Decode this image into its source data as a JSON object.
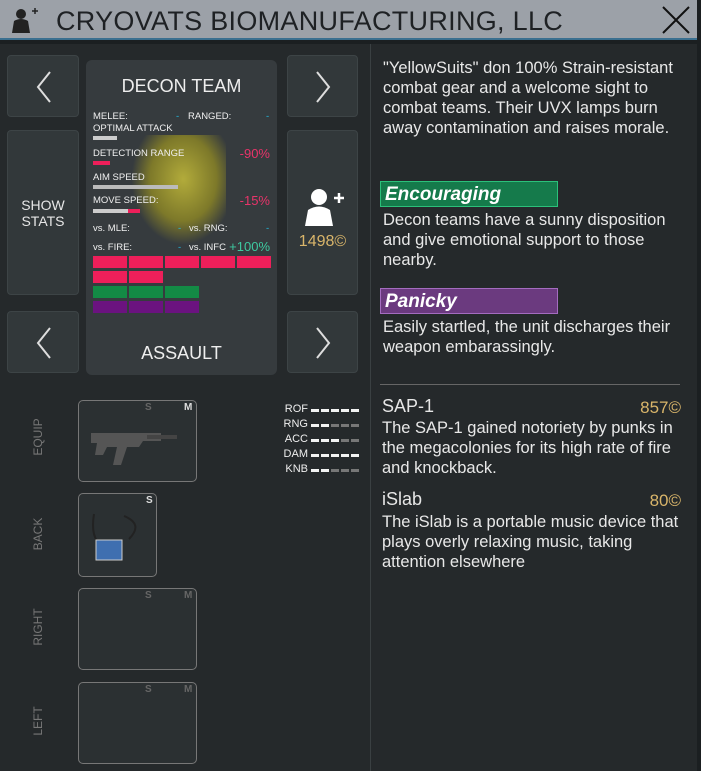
{
  "header": {
    "title": "CRYOVATS BIOMANUFACTURING, LLC",
    "icon": "recruit-icon",
    "close_icon": "close-icon"
  },
  "unit": {
    "squad_name": "DECON TEAM",
    "class_name": "ASSAULT",
    "show_stats_label": "SHOW STATS",
    "recruit_cost": "1498©",
    "stats": {
      "melee_label": "MELEE:",
      "melee_value": "-",
      "ranged_label": "RANGED:",
      "ranged_value": "-",
      "optimal_attack_label": "OPTIMAL ATTACK",
      "detection_range_label": "DETECTION RANGE",
      "detection_range_value": "-90%",
      "aim_speed_label": "AIM SPEED",
      "move_speed_label": "MOVE SPEED:",
      "move_speed_value": "-15%",
      "vs_mle_label": "vs. MLE:",
      "vs_mle_value": "-",
      "vs_rng_label": "vs. RNG:",
      "vs_rng_value": "-",
      "vs_fire_label": "vs. FIRE:",
      "vs_fire_value": "-",
      "vs_infc_label": "vs. INFC",
      "vs_infc_value": "+100%"
    },
    "pip_rows": [
      {
        "count": 5,
        "color": "#ee1f5a"
      },
      {
        "count": 2,
        "color": "#ee1f5a"
      },
      {
        "count": 3,
        "color": "#138a45"
      },
      {
        "count": 3,
        "color": "#6b137f"
      }
    ],
    "description": "\"YellowSuits\" don 100% Strain-resistant combat gear and a welcome sight to combat teams. Their UVX lamps burn away contamination and raises morale."
  },
  "traits": [
    {
      "name": "Encouraging",
      "description": "Decon teams have a sunny disposition and give emotional support to those nearby.",
      "color": "#157a4b"
    },
    {
      "name": "Panicky",
      "description": "Easily startled, the unit discharges their weapon embarassingly.",
      "color": "#6b3a7f"
    }
  ],
  "slots": [
    {
      "label": "EQUIP",
      "sizes": [
        "S",
        "M"
      ],
      "item": "smg-icon"
    },
    {
      "label": "BACK",
      "sizes": [
        "S"
      ],
      "item": "music-device-icon"
    },
    {
      "label": "RIGHT",
      "sizes": [
        "S",
        "M"
      ]
    },
    {
      "label": "LEFT",
      "sizes": [
        "S",
        "M"
      ]
    }
  ],
  "weapon_stats": [
    {
      "label": "ROF",
      "value": 5
    },
    {
      "label": "RNG",
      "value": 2
    },
    {
      "label": "ACC",
      "value": 3
    },
    {
      "label": "DAM",
      "value": 5
    },
    {
      "label": "KNB",
      "value": 2
    }
  ],
  "items": [
    {
      "name": "SAP-1",
      "price": "857©",
      "description": "The SAP-1 gained notoriety by punks in the megacolonies for its high rate of fire and knockback."
    },
    {
      "name": "iSlab",
      "price": "80©",
      "description": "The iSlab is a portable music device that plays overly relaxing music, taking attention elsewhere"
    }
  ]
}
